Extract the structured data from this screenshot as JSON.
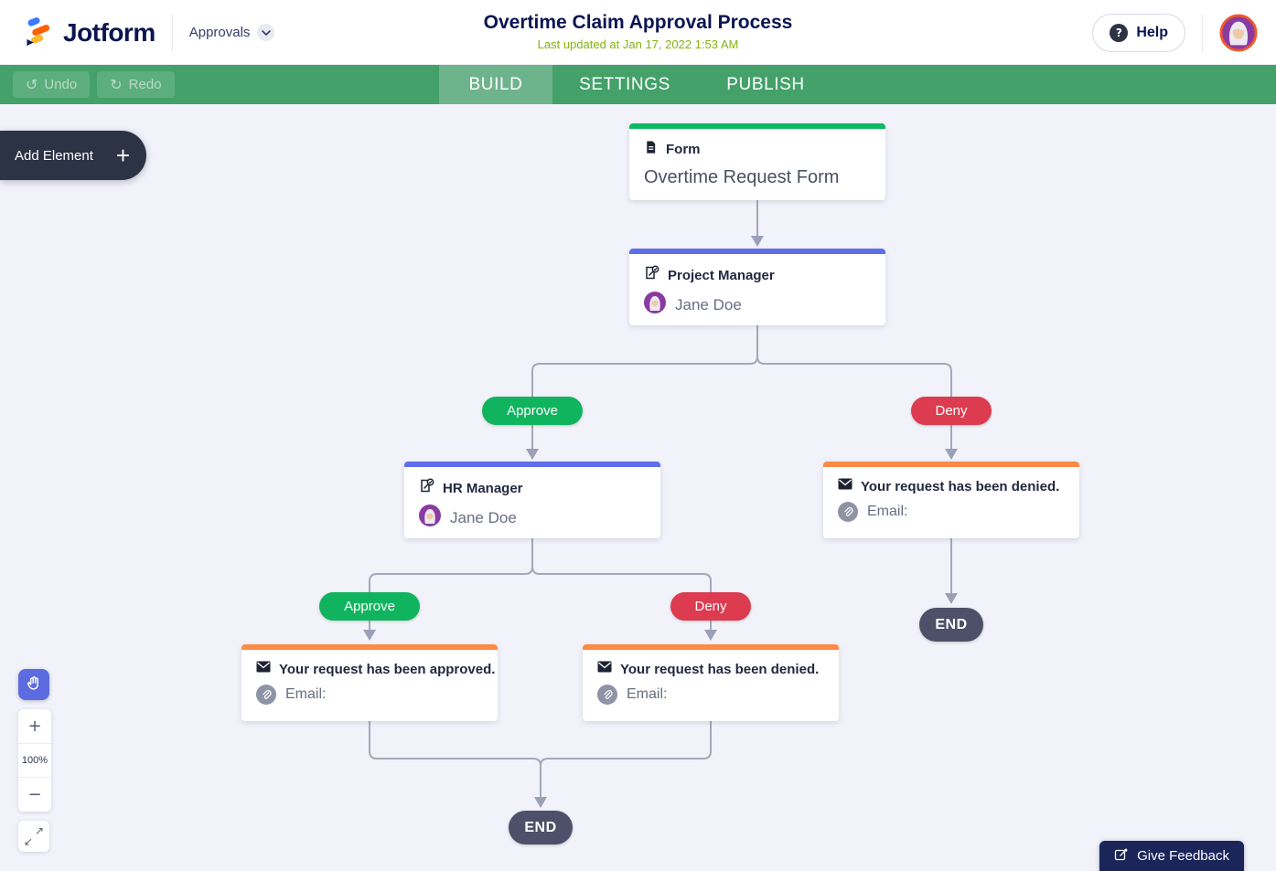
{
  "header": {
    "brand": "Jotform",
    "workspace": "Approvals",
    "title": "Overtime Claim Approval Process",
    "subtitle": "Last updated at Jan 17, 2022 1:53 AM",
    "help_label": "Help"
  },
  "toolbar": {
    "undo_label": "Undo",
    "redo_label": "Redo",
    "tabs": [
      {
        "label": "BUILD",
        "active": true
      },
      {
        "label": "SETTINGS",
        "active": false
      },
      {
        "label": "PUBLISH",
        "active": false
      }
    ]
  },
  "canvas": {
    "add_element_label": "Add Element",
    "branch_labels": {
      "approve": "Approve",
      "deny": "Deny"
    },
    "end_label": "END",
    "nodes": {
      "form": {
        "type_label": "Form",
        "title": "Overtime Request Form"
      },
      "project_manager": {
        "type_label": "Project Manager",
        "assignee": "Jane Doe"
      },
      "hr_manager": {
        "type_label": "HR Manager",
        "assignee": "Jane Doe"
      },
      "email_denied_top": {
        "title": "Your request has been denied.",
        "attachment_label": "Email:"
      },
      "email_approved": {
        "title": "Your request has been approved.",
        "attachment_label": "Email:"
      },
      "email_denied_bottom": {
        "title": "Your request has been denied.",
        "attachment_label": "Email:"
      }
    }
  },
  "zoom_controls": {
    "zoom_in": "+",
    "zoom_level": "100%",
    "zoom_out": "−"
  },
  "footer": {
    "feedback_label": "Give Feedback"
  },
  "icons": {
    "undo": "↺",
    "redo": "↻",
    "plus": "+",
    "question": "?",
    "expand_ne": "↗",
    "expand_sw": "↙"
  },
  "colors": {
    "brand_navy": "#0a1551",
    "toolbar_green": "#43a169",
    "active_tab_green": "#6db38c",
    "subtitle_green": "#85b40e",
    "canvas_bg": "#f2f2fa",
    "node_bar_green": "#0fb95f",
    "node_bar_blue": "#5e6eeb",
    "node_bar_orange": "#ff8a45",
    "approve_green": "#10b45f",
    "deny_red": "#dc3b50",
    "end_slate": "#4d5068",
    "connector_gray": "#a4a8ba",
    "hand_tool_blue": "#5c6ce0",
    "feedback_navy": "#1b2559",
    "add_element_dark": "#2c3345"
  }
}
